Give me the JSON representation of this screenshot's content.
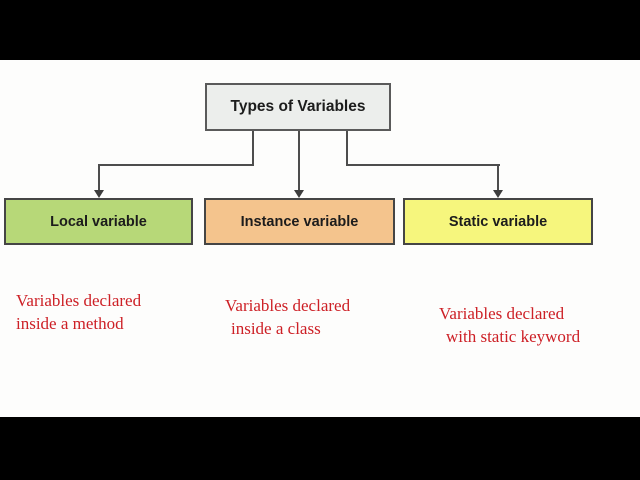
{
  "diagram": {
    "root": {
      "label": "Types of Variables",
      "fill": "#eceeec",
      "border": "#5a5a5a"
    },
    "nodes": [
      {
        "id": "local-variable",
        "label": "Local variable",
        "fill": "#b7d878",
        "description": {
          "line1": "Variables declared",
          "line2": "inside a method"
        }
      },
      {
        "id": "instance-variable",
        "label": "Instance variable",
        "fill": "#f4c48d",
        "description": {
          "line1": "Variables declared",
          "line2": "inside a class"
        }
      },
      {
        "id": "static-variable",
        "label": "Static variable",
        "fill": "#f6f67d",
        "description": {
          "line1": "Variables declared",
          "line2": "with static keyword"
        }
      }
    ],
    "description_color": "#cd2026",
    "connector_color": "#4d4d4d",
    "background_color": "#fdfdfc",
    "letterbox_color": "#000000"
  }
}
